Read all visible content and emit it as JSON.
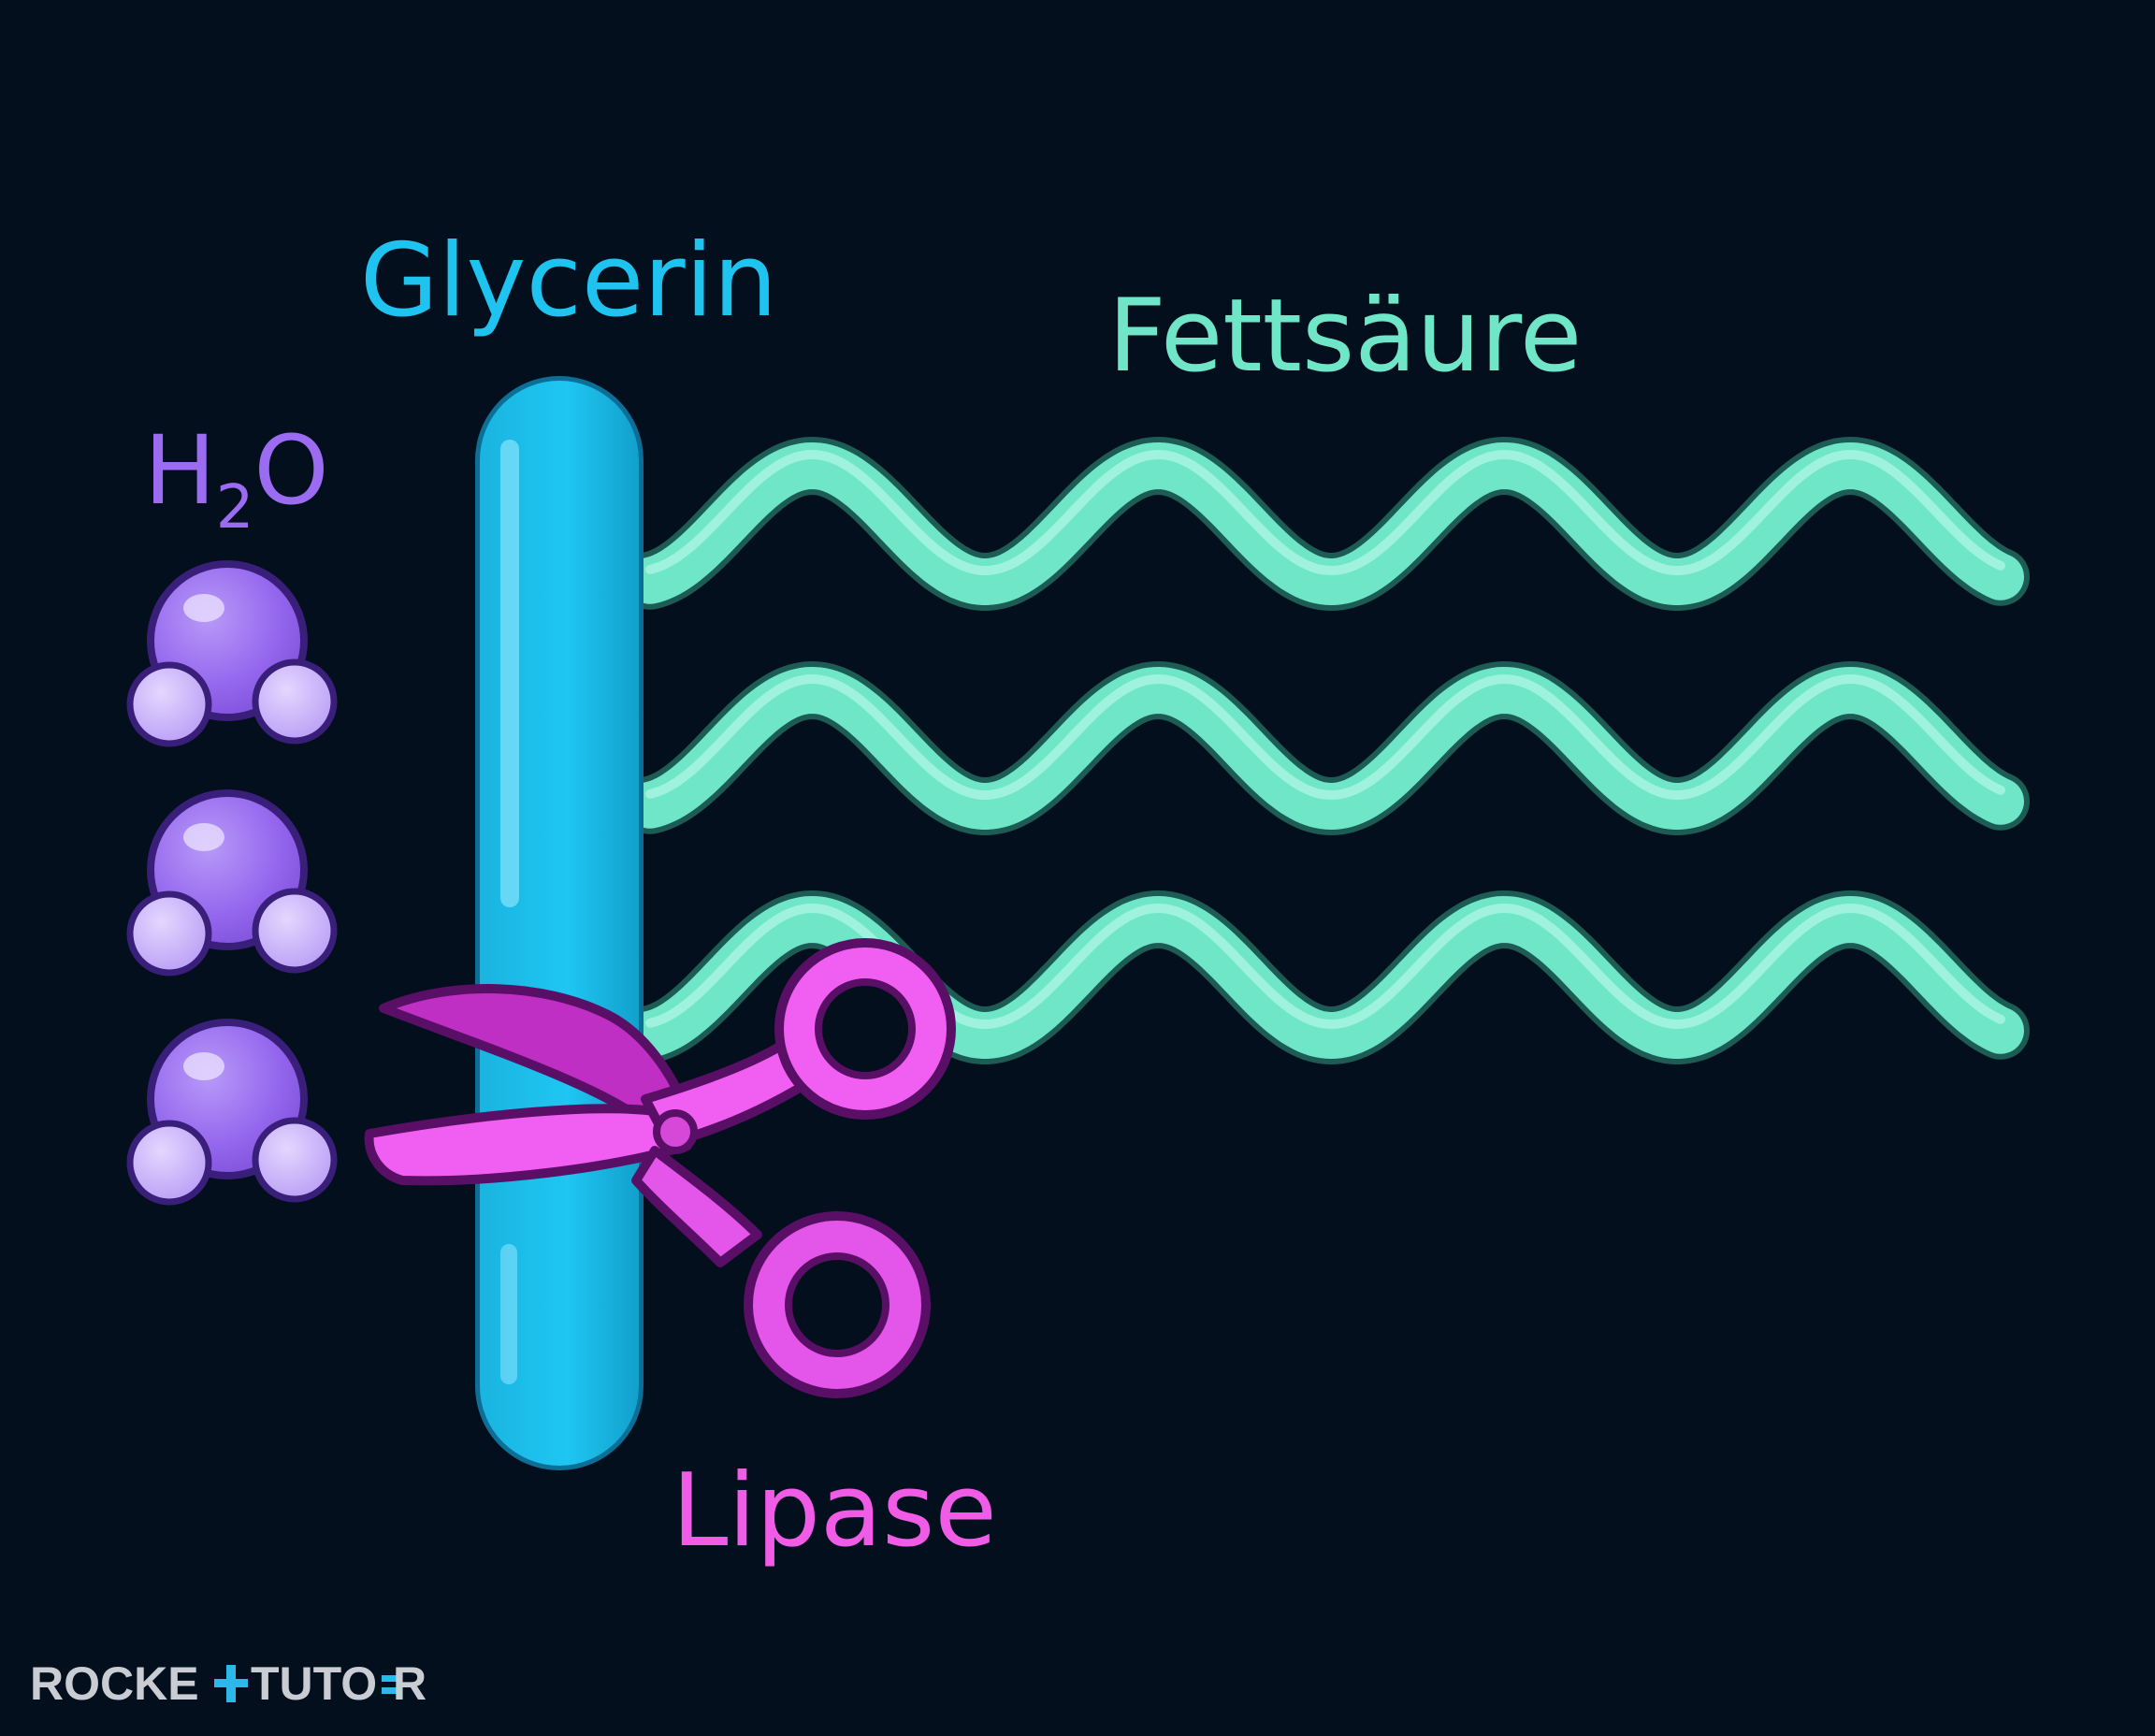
{
  "labels": {
    "glycerin": "Glycerin",
    "fatty_acid": "Fettsäure",
    "water_main": "H",
    "water_sub": "2",
    "water_end": "O",
    "enzyme": "Lipase"
  },
  "logo": {
    "part1": "ROCKE",
    "part2": "TUTO",
    "part3": "R"
  },
  "icons": {
    "glycerin": "glycerin-backbone-icon",
    "fatty_acid": "fatty-acid-chain-icon",
    "water": "water-molecule-icon",
    "enzyme": "scissors-icon"
  },
  "colors": {
    "background": "#030f1d",
    "glycerin": "#1ec3ef",
    "fatty_acid": "#6fe6c8",
    "water": "#9b6cf2",
    "enzyme": "#f05ce6",
    "logo": "#c9cdd3"
  },
  "counts": {
    "fatty_acid_chains": 3,
    "water_molecules": 3
  }
}
